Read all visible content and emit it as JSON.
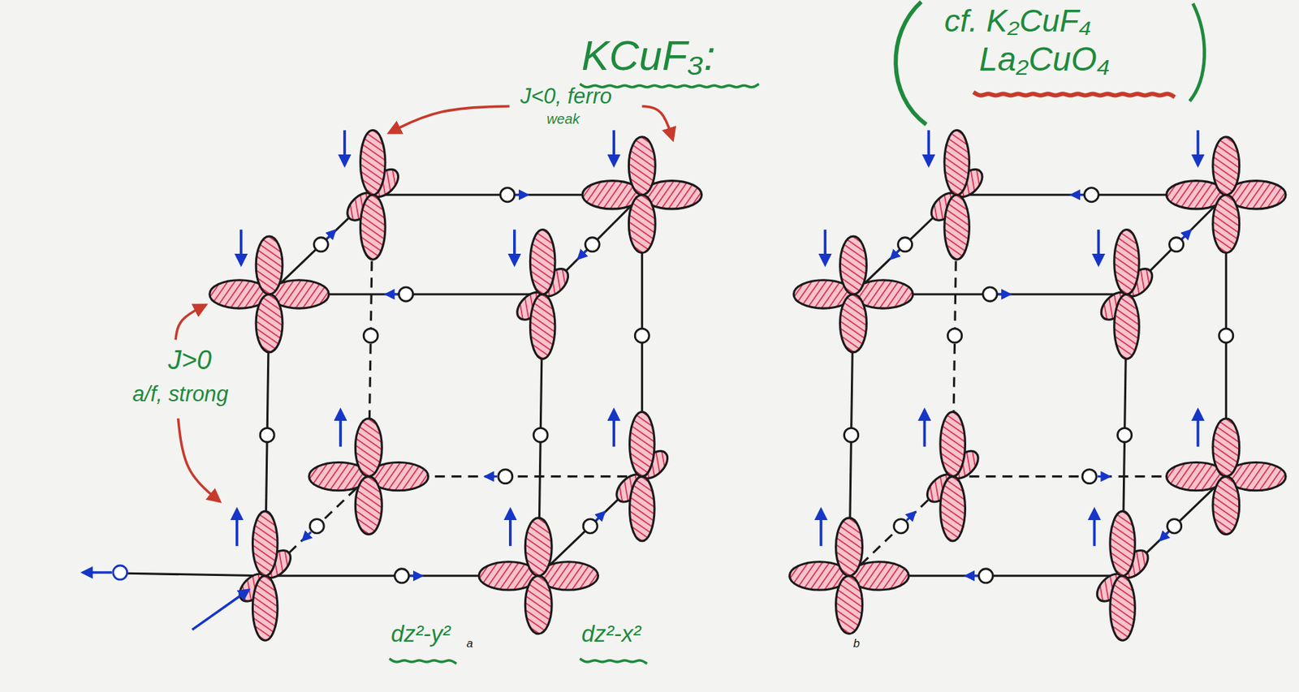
{
  "diagram": {
    "title": "KCuF₃:",
    "labels": [
      "cf. K₂CuF₄",
      "La₂CuO₄",
      "J<0, ferro",
      "weak",
      "J>0",
      "a/f, strong",
      "dz²-y²",
      "a",
      "dz²-x²",
      "b"
    ]
  }
}
